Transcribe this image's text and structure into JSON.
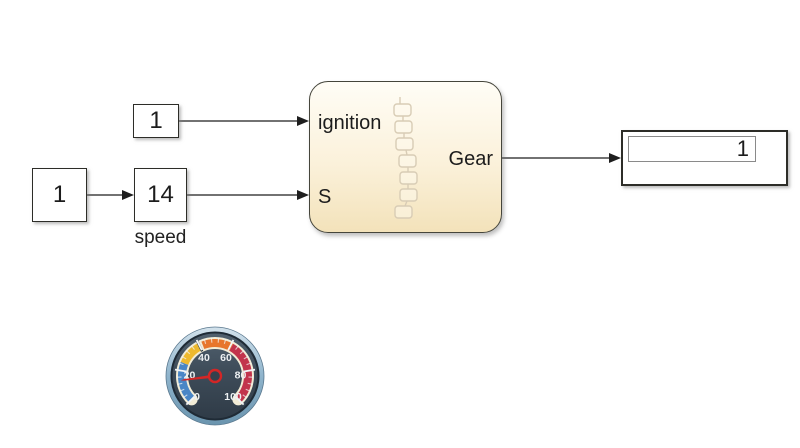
{
  "blocks": {
    "constant_top": {
      "value": "1"
    },
    "constant_left": {
      "value": "1"
    },
    "gain_speed": {
      "value": "14",
      "caption": "speed"
    },
    "chart": {
      "input_labels": [
        "ignition",
        "S"
      ],
      "output_label": "Gear",
      "fill_top": "#fffdf6",
      "fill_bottom": "#f3e2ba"
    },
    "display": {
      "value": "1"
    }
  },
  "gauge": {
    "type": "gauge",
    "min": 0,
    "max": 100,
    "value": 14,
    "tick_labels": [
      "0",
      "20",
      "40",
      "60",
      "80",
      "100"
    ],
    "major_step": 20,
    "minor_step": 4,
    "start_angle_deg": 225,
    "sweep_deg": 270,
    "segments": [
      {
        "from": 0,
        "to": 25,
        "color": "#4a86c6"
      },
      {
        "from": 25,
        "to": 40,
        "color": "#edb92e"
      },
      {
        "from": 42,
        "to": 61,
        "color": "#e7762c"
      },
      {
        "from": 61,
        "to": 100,
        "color": "#c2344c"
      }
    ],
    "needle_color": "#d32626",
    "face_color": "#3a4754",
    "bezel_color": "#8fb4cc",
    "scale_backing_color": "#f2ecd6"
  }
}
